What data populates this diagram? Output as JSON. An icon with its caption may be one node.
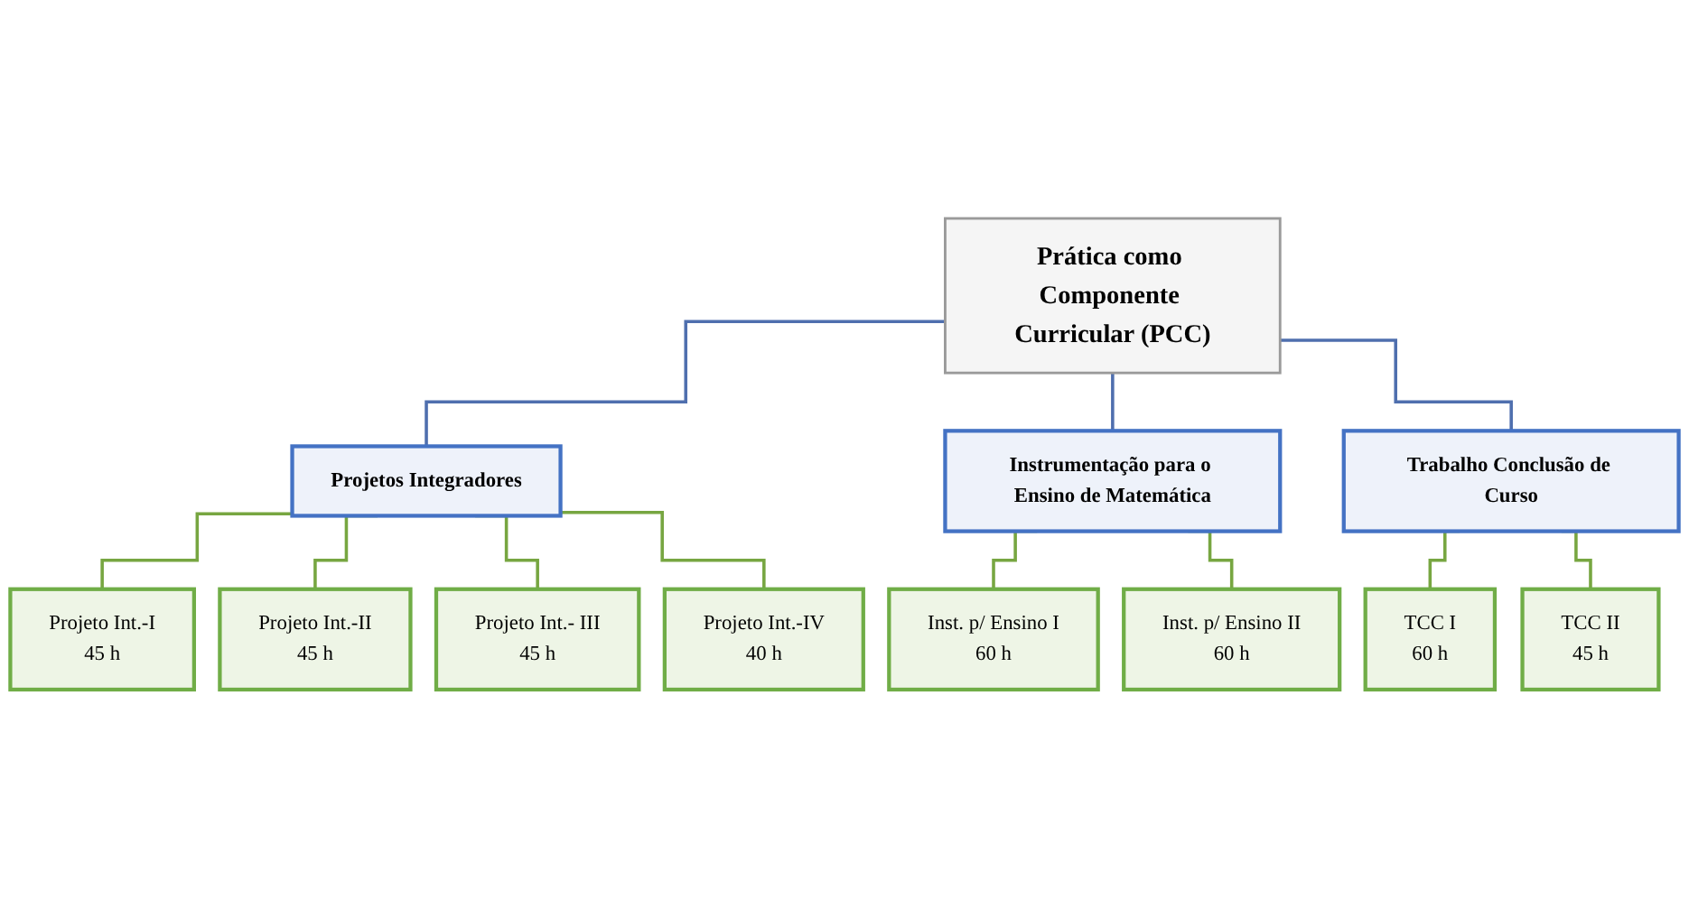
{
  "diagram": {
    "nodes": [
      {
        "text": [
          "Prática como Componente Curricular (PCC)"
        ]
      },
      {
        "text": [
          "Projetos Integradores"
        ]
      },
      {
        "text": [
          "Instrumentação para o Ensino de Matemática"
        ]
      },
      {
        "text": [
          "Trabalho Conclusão de Curso"
        ]
      },
      {
        "text": [
          "Projeto Int.-I",
          "45 h"
        ]
      },
      {
        "text": [
          "Projeto Int.-II",
          "45 h"
        ]
      },
      {
        "text": [
          "Projeto Int.- III",
          "45 h"
        ]
      },
      {
        "text": [
          "Projeto Int.-IV",
          "40 h"
        ]
      },
      {
        "text": [
          "Inst. p/ Ensino I",
          "60 h"
        ]
      },
      {
        "text": [
          "Inst. p/ Ensino II",
          "60 h"
        ]
      },
      {
        "text": [
          "TCC I",
          "60 h"
        ]
      },
      {
        "text": [
          "TCC II",
          "45 h"
        ]
      }
    ],
    "edges": [
      {
        "from": 0,
        "to": 1,
        "arrow": "none",
        "color": "#4f6fae"
      },
      {
        "from": 0,
        "to": 2,
        "arrow": "none",
        "color": "#4f6fae"
      },
      {
        "from": 0,
        "to": 3,
        "arrow": "none",
        "color": "#4f6fae"
      },
      {
        "from": 1,
        "to": 4,
        "arrow": "none"
      },
      {
        "from": 1,
        "to": 5,
        "arrow": "none"
      },
      {
        "from": 1,
        "to": 6,
        "arrow": "none"
      },
      {
        "from": 1,
        "to": 7,
        "arrow": "none"
      },
      {
        "from": 2,
        "to": 8,
        "arrow": "none"
      },
      {
        "from": 2,
        "to": 9,
        "arrow": "none"
      },
      {
        "from": 3,
        "to": 10,
        "arrow": "none"
      },
      {
        "from": 3,
        "to": 11,
        "arrow": "none"
      }
    ]
  }
}
